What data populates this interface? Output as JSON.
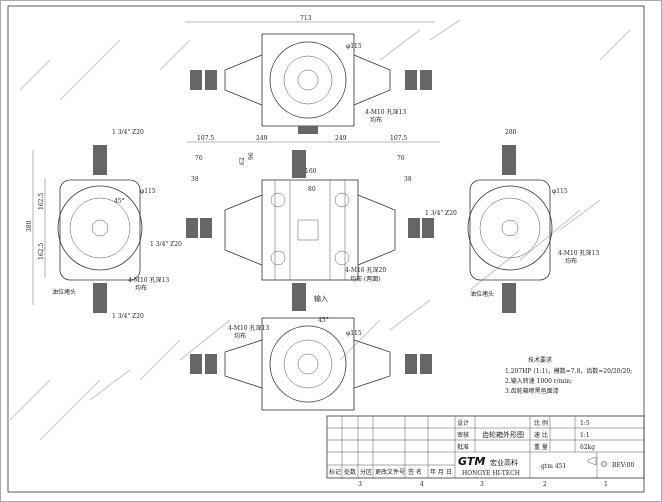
{
  "drawing": {
    "dimensions": {
      "overall_width": "713",
      "flange_dia": "φ115",
      "top_holes": "4-M10 孔深13",
      "evenly": "均布",
      "shaft_spec": "1 3/4\" Z20",
      "height_total": "380",
      "half_height": "162.5",
      "oil_plug": "油位堵头",
      "angle": "45°",
      "side_ext": "107.5",
      "half_span": "249",
      "dim_76": "76",
      "dim_38": "38",
      "dim_160": "160",
      "dim_80": "80",
      "dim_62": "62",
      "dim_96": "96",
      "side_holes": "4-M16 孔深20",
      "both_sides": "均布 (两面)",
      "input": "输入",
      "right_width": "280"
    },
    "notes": {
      "title": "技术要求",
      "items": [
        "1.207HP (1:1)，模数=7.8，齿数=20/20/20;",
        "2.输入转速 1000 r/min;",
        "3.齿轮箱喷黑色面漆"
      ]
    },
    "title_block": {
      "design": "设计",
      "review": "审核",
      "approve": "批准",
      "drawing_name": "齿轮箱外形图",
      "scale_label": "比 例",
      "scale": "1:5",
      "ratio_label": "速 比",
      "ratio": "1:1",
      "weight_label": "重 量",
      "weight": "62kg",
      "logo_text": "GTM",
      "company_cn": "宏业高科",
      "company_en": "HONGYE HI-TECH",
      "drawing_no": "gtm 451",
      "rev": "REV:00",
      "revision_headers": [
        "标记",
        "处数",
        "分区",
        "更改文件号",
        "签 名",
        "年 月 日"
      ],
      "zones": [
        "3",
        "4",
        "3",
        "2",
        "1"
      ]
    }
  }
}
